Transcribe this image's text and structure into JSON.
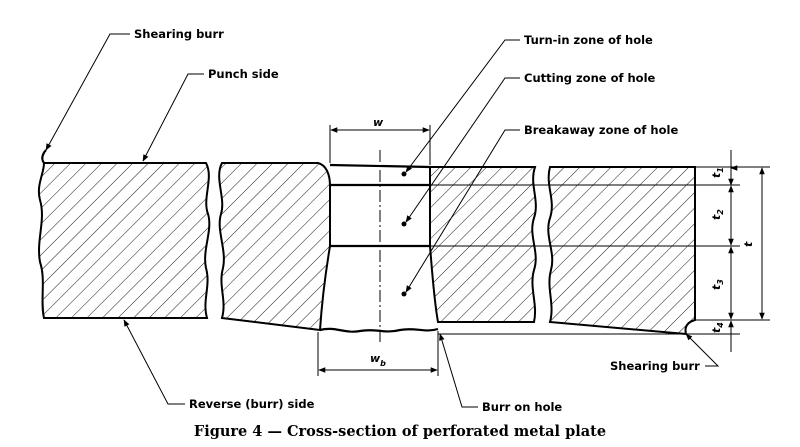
{
  "labels": {
    "shearing_burr_top": "Shearing burr",
    "punch_side": "Punch side",
    "turn_in_zone": "Turn-in zone of hole",
    "cutting_zone": "Cutting zone of hole",
    "breakaway_zone": "Breakaway zone of hole",
    "shearing_burr_bottom": "Shearing burr",
    "reverse_side": "Reverse (burr) side",
    "burr_on_hole": "Burr on hole"
  },
  "dimensions": {
    "w": "w",
    "wb": "w",
    "wb_sub": "b",
    "t": "t",
    "t1": "t",
    "t1_sub": "1",
    "t2": "t",
    "t2_sub": "2",
    "t3": "t",
    "t3_sub": "3",
    "t4": "t",
    "t4_sub": "4"
  },
  "caption": "Figure 4 — Cross-section of perforated metal plate"
}
